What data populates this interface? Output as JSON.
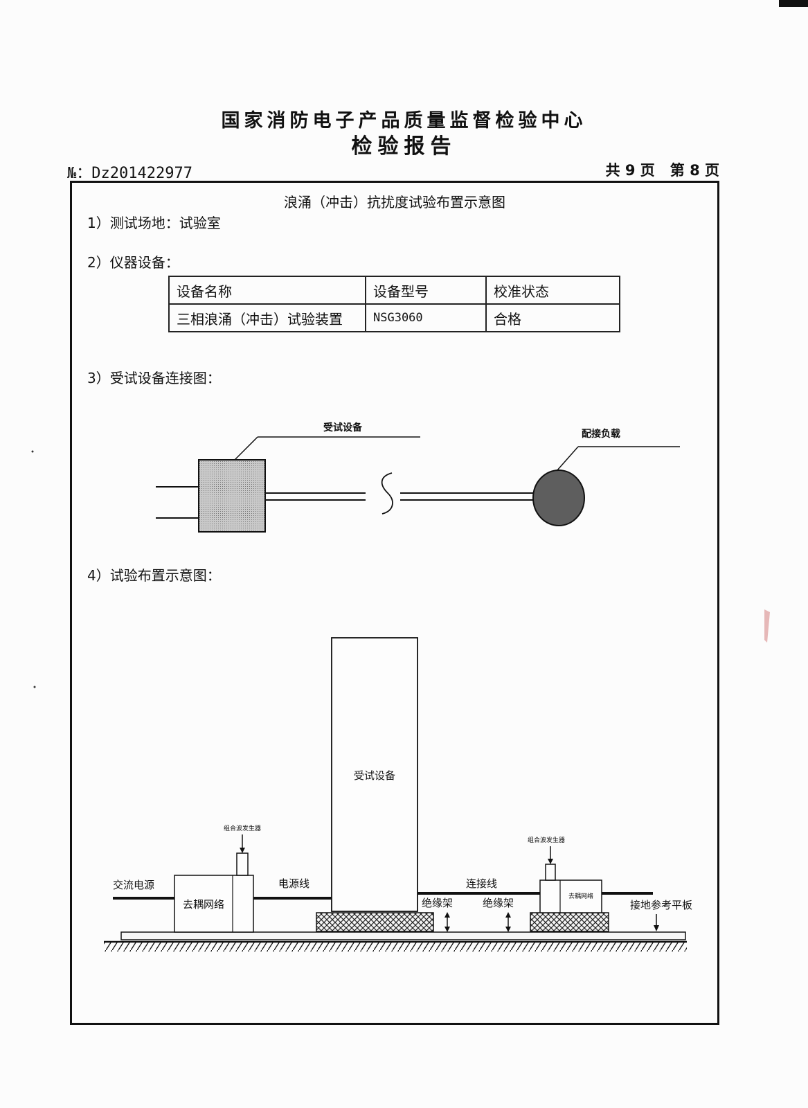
{
  "header": {
    "org": "国家消防电子产品质量监督检验中心",
    "doc_title": "检验报告",
    "report_no": "№：Dz201422977",
    "total_pages": "共 9 页",
    "page": "第 8 页"
  },
  "section_title": "浪涌（冲击）抗扰度试验布置示意图",
  "items": {
    "site": "1）测试场地：试验室",
    "instruments": "2）仪器设备：",
    "connection": "3）受试设备连接图：",
    "layout": "4）试验布置示意图："
  },
  "equipment_table": {
    "headers": [
      "设备名称",
      "设备型号",
      "校准状态"
    ],
    "rows": [
      [
        "三相浪涌（冲击）试验装置",
        "NSG3060",
        "合格"
      ]
    ]
  },
  "connection_diagram": {
    "eut_label": "受试设备",
    "load_label": "配接负载"
  },
  "layout_diagram": {
    "eut": "受试设备",
    "generator_left": "组合波发生器",
    "generator_right": "组合波发生器",
    "ac_power": "交流电源",
    "cdn_left": "去耦网络",
    "cdn_right": "去耦网络",
    "power_line": "电源线",
    "connect_line": "连接线",
    "insulation_left": "绝缘架",
    "insulation_right": "绝缘架",
    "ground_plane": "接地参考平板"
  }
}
